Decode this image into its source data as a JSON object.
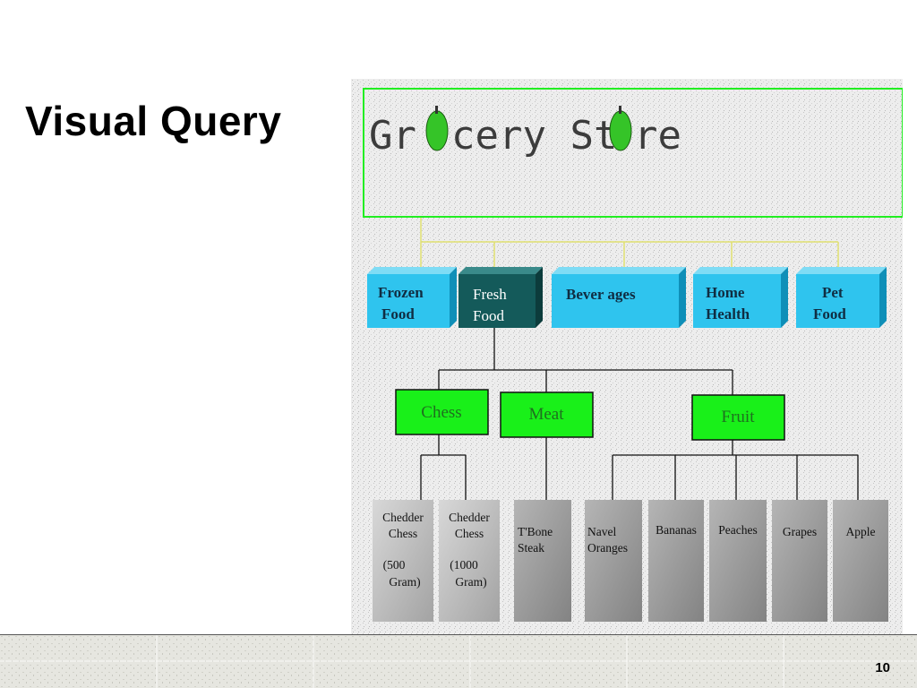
{
  "slide": {
    "title": "Visual Query",
    "page_number": "10"
  },
  "diagram": {
    "store_title_parts": [
      "Gr",
      "cery St",
      "re"
    ],
    "categories": [
      {
        "line1": "Frozen",
        "line2": "Food",
        "selected": false
      },
      {
        "line1": "Fresh",
        "line2": "Food",
        "selected": true
      },
      {
        "line1": "Bever ages",
        "line2": "",
        "selected": false
      },
      {
        "line1": "Home",
        "line2": "Health",
        "selected": false
      },
      {
        "line1": "Pet",
        "line2": "Food",
        "selected": false
      }
    ],
    "subcategories": [
      "Chess",
      "Meat",
      "Fruit"
    ],
    "products": {
      "cheddar_500": [
        "Chedder",
        "Chess",
        "",
        "(500",
        "Gram)"
      ],
      "cheddar_1000": [
        "Chedder",
        "Chess",
        "",
        "(1000",
        "Gram)"
      ],
      "tbone": [
        "T'Bone",
        "Steak"
      ],
      "navel": [
        "Navel",
        "Oranges"
      ],
      "bananas": [
        "Bananas"
      ],
      "peaches": [
        "Peaches"
      ],
      "grapes": [
        "Grapes"
      ],
      "apple": [
        "Apple"
      ]
    },
    "colors": {
      "category_blue": "#2fc4ee",
      "category_selected": "#145a5a",
      "subcategory_green": "#19f019",
      "product_gray": "#9a9a9a",
      "apple_icon": "#35c428",
      "frame_green": "#22ee22"
    }
  }
}
